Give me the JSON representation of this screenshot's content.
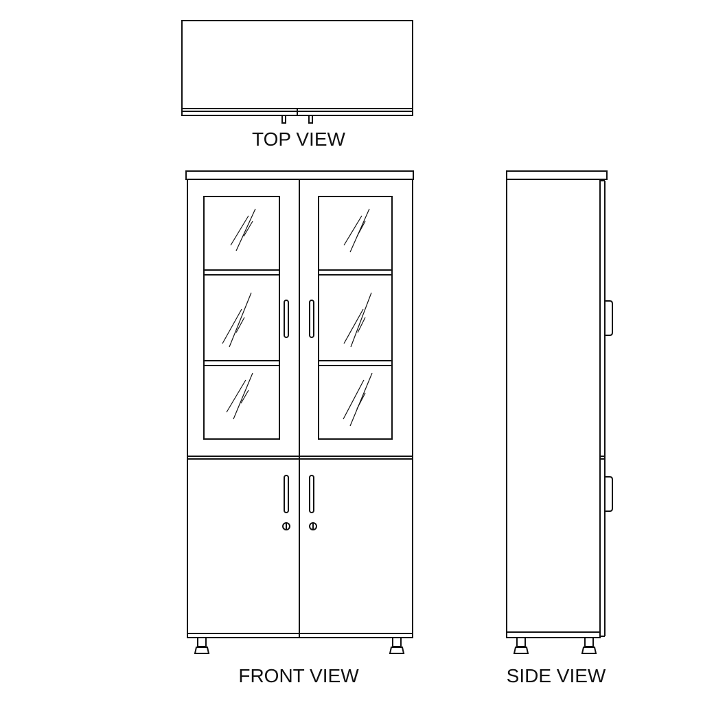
{
  "views": {
    "top": {
      "label": "TOP VIEW"
    },
    "front": {
      "label": "FRONT VIEW"
    },
    "side": {
      "label": "SIDE VIEW"
    }
  },
  "colors": {
    "line": "#111111",
    "background": "#ffffff"
  }
}
